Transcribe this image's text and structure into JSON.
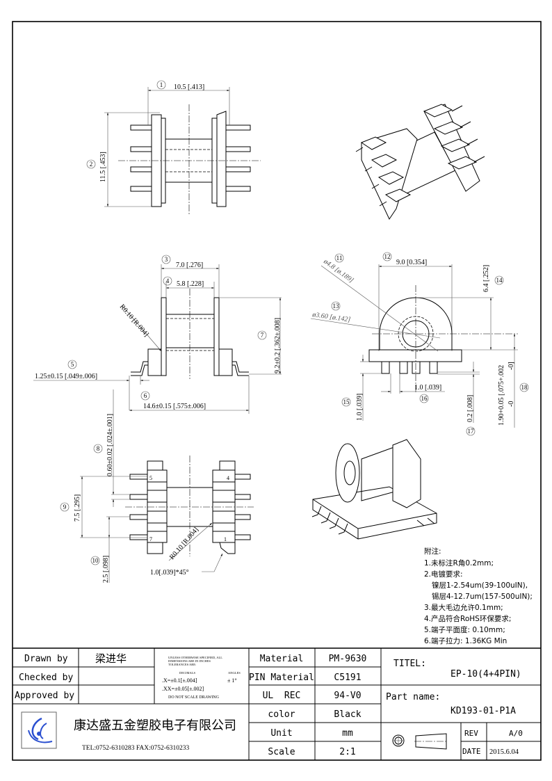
{
  "dimensions": {
    "d1": {
      "bubble": "1",
      "text": "10.5 [.413]"
    },
    "d2": {
      "bubble": "2",
      "text": "11.5 [.453]"
    },
    "d3": {
      "bubble": "3",
      "text": "7.0 [.276]"
    },
    "d4": {
      "bubble": "4",
      "text": "5.8 [.228]"
    },
    "d5": {
      "bubble": "5",
      "text": "1.25±0.15 [.049±.006]"
    },
    "d6": {
      "bubble": "6",
      "text": "14.6±0.15 [.575±.006]"
    },
    "d7": {
      "bubble": "7",
      "text": "9.2±0.2 [.362±.008]"
    },
    "d8": {
      "bubble": "8",
      "text": "0.60±0.02 [.024±.001]"
    },
    "d9": {
      "bubble": "9",
      "text": "7.5 [.295]"
    },
    "d10": {
      "bubble": "10",
      "text": "2.5 [.098]"
    },
    "d11": {
      "bubble": "11",
      "text": "ø4.8 [ø.189]"
    },
    "d12": {
      "bubble": "12",
      "text": "9.0 [0.354]"
    },
    "d13": {
      "bubble": "13",
      "text": "ø3.60 [ø.142]"
    },
    "d14": {
      "bubble": "14",
      "text": "6.4 [.252]"
    },
    "d15": {
      "bubble": "15",
      "text": "1.0 [.039]"
    },
    "d16": {
      "bubble": "16",
      "text": "1.0 [.039]"
    },
    "d17": {
      "bubble": "17",
      "text": "0.2 [.008]"
    },
    "d18": {
      "bubble": "18",
      "text": "1.90+0.05 [.075+.002",
      "tol_a": "-0]",
      "tol_b": "-0"
    },
    "radius_side": "R0.10 [R.004]",
    "radius_bottom": "R0.10 [R.004]",
    "chamfer": "1.0[.039]*45°",
    "pins": {
      "p1": "1",
      "p4": "4",
      "p5": "5",
      "p7": "7"
    }
  },
  "notes": {
    "title": "附注:",
    "items": [
      "1.未标注R角0.2mm;",
      "2.电镀要求:",
      "镍层1-2.54um(39-100uIN),",
      "锡层4-12.7um(157-500uIN);",
      "3.最大毛边允许0.1mm;",
      "4.产品符合RoHS环保要求;",
      "5.端子平面度: 0.10mm;",
      "6.端子拉力: 1.36KG Min"
    ]
  },
  "title_block": {
    "drawn_by_label": "Drawn by",
    "drawn_by": "梁进华",
    "checked_by_label": "Checked by",
    "checked_by": "",
    "approved_by_label": "Approved by",
    "approved_by": "",
    "tolerance": {
      "line1": "UNLESS OTHERWISE SPECIFIED, ALL",
      "line2": "DIMENSIONS ARE IN INCHES",
      "line3": "TOLERANCES ARE:",
      "decimals_label": "DECIMALS",
      "angles_label": "ANGLES",
      "x": ".X=±0.1[±.004]",
      "xx": ".XX=±0.05[±.002]",
      "angle": "± 1°",
      "note": "DO NOT SCALE DRAWING"
    },
    "company": "康达盛五金塑胶电子有限公司",
    "contact": "TEL:0752-6310283  FAX:0752-6310233",
    "rows": [
      {
        "label": "Material",
        "value": "PM-9630"
      },
      {
        "label": "PIN Material",
        "value": "C5191"
      },
      {
        "label": "UL  REC",
        "value": "94-V0"
      },
      {
        "label": "color",
        "value": "Black"
      },
      {
        "label": "Unit",
        "value": "mm"
      },
      {
        "label": "Scale",
        "value": "2:1"
      }
    ],
    "title_label": "TITEL:",
    "title": "EP-10(4+4PIN)",
    "part_name_label": "Part name:",
    "part_name": "KD193-01-P1A",
    "rev_label": "REV",
    "rev": "A/0",
    "date_label": "DATE",
    "date": "2015.6.04"
  },
  "colors": {
    "logo_blue": "#2a4fd0"
  }
}
